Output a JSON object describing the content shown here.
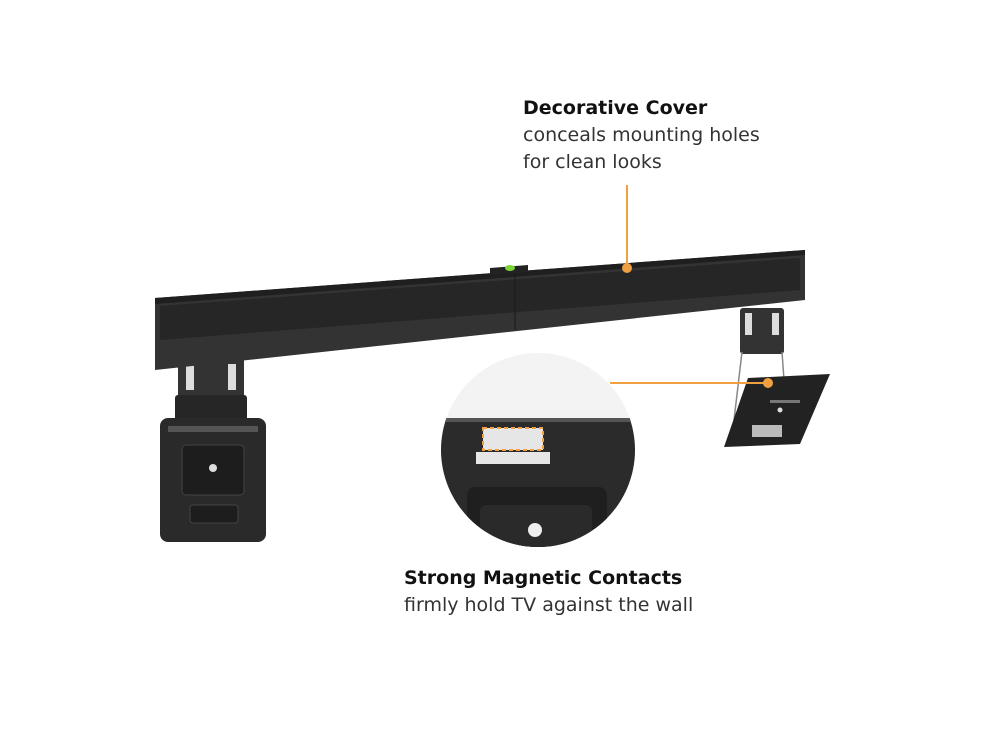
{
  "callouts": {
    "decorative_cover": {
      "title": "Decorative Cover",
      "line1": "conceals mounting holes",
      "line2": "for clean looks"
    },
    "magnetic_contacts": {
      "title": "Strong Magnetic Contacts",
      "line1": "firmly hold TV against the wall"
    }
  },
  "colors": {
    "accent": "#f0a040",
    "mount": "#2b2b2b",
    "level_bubble": "#7fd43a"
  }
}
